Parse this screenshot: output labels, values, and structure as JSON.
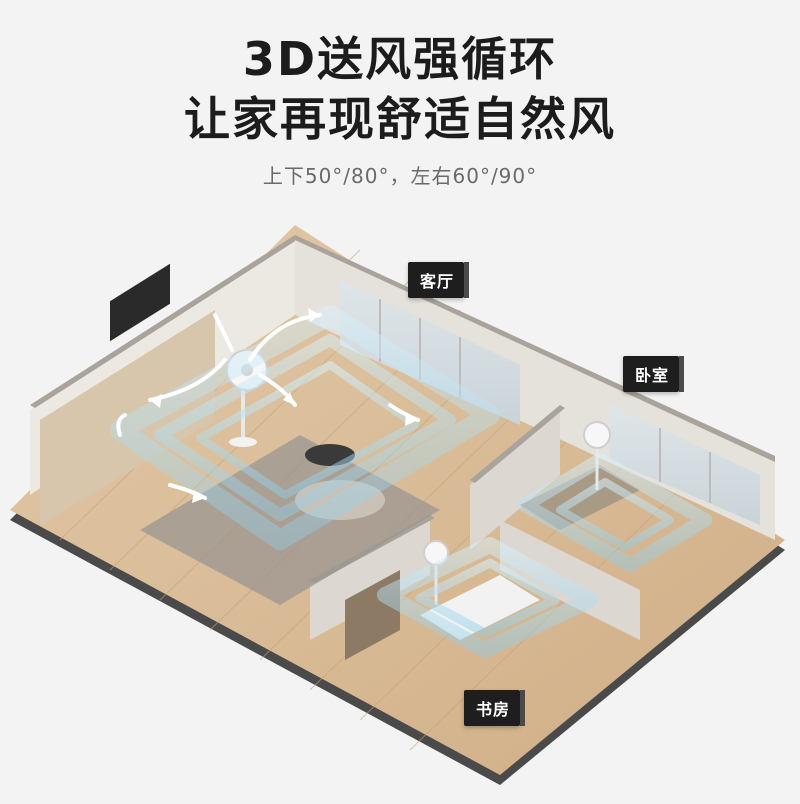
{
  "headline": {
    "line1": "3D送风强循环",
    "line2": "让家再现舒适自然风",
    "subtitle": "上下50°/80°，左右60°/90°"
  },
  "rooms": {
    "living": "客厅",
    "bedroom": "卧室",
    "study": "书房"
  },
  "colors": {
    "background": "#f3f3f3",
    "floor": "#d9bd9a",
    "wall": "#e6e2dc",
    "wall_top": "#b9b3ab",
    "airflow": "#9fd6f0",
    "label_bg": "#1e1e1e"
  }
}
